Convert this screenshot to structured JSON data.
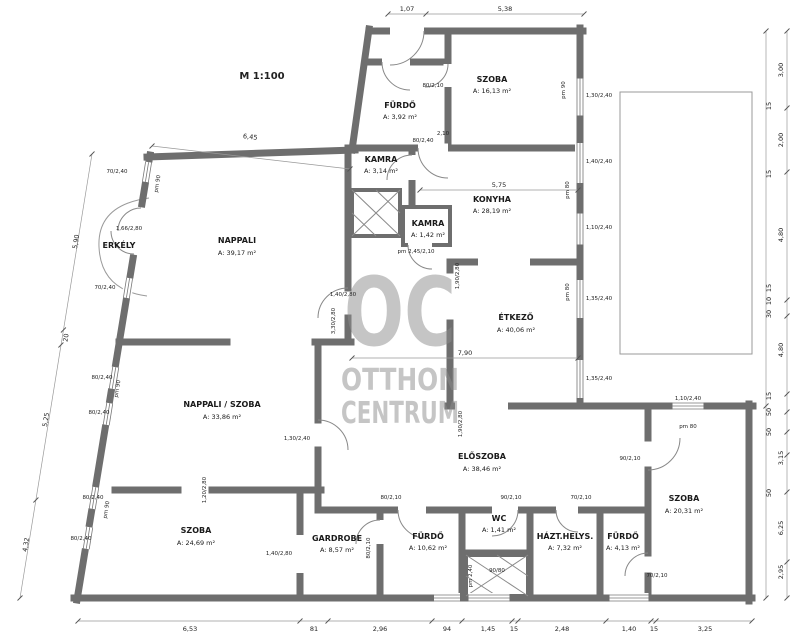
{
  "meta": {
    "scale_label": "M 1:100"
  },
  "watermark": {
    "big": "OC",
    "line1": "OTTHON",
    "line2": "CENTRUM"
  },
  "rooms": [
    {
      "name": "SZOBA",
      "area": "A: 16,13 m²"
    },
    {
      "name": "FÜRDŐ",
      "area": "A: 3,92 m²"
    },
    {
      "name": "KAMRA",
      "area": "A: 3,14 m²"
    },
    {
      "name": "KONYHA",
      "area": "A: 28,19 m²"
    },
    {
      "name": "KAMRA",
      "area": "A: 1,42 m²"
    },
    {
      "name": "NAPPALI",
      "area": "A: 39,17 m²"
    },
    {
      "name": "ERKÉLY",
      "area": ""
    },
    {
      "name": "ÉTKEZŐ",
      "area": "A: 40,06 m²"
    },
    {
      "name": "NAPPALI / SZOBA",
      "area": "A: 33,86 m²"
    },
    {
      "name": "ELŐSZOBA",
      "area": "A: 38,46 m²"
    },
    {
      "name": "SZOBA",
      "area": "A: 24,69 m²"
    },
    {
      "name": "GARDROBE",
      "area": "A: 8,57 m²"
    },
    {
      "name": "FÜRDŐ",
      "area": "A: 10,62 m²"
    },
    {
      "name": "WC",
      "area": "A: 1,41 m²"
    },
    {
      "name": "HÁZT.HELYS.",
      "area": "A: 7,32 m²"
    },
    {
      "name": "FÜRDŐ",
      "area": "A: 4,13 m²"
    },
    {
      "name": "SZOBA",
      "area": "A: 20,31 m²"
    }
  ],
  "dims": {
    "top": [
      "1,07",
      "5,38"
    ],
    "interior": [
      "6,45",
      "5,75",
      "7,90"
    ],
    "left": [
      "5,90",
      "20",
      "5,25",
      "4,32"
    ],
    "right": [
      "3,00",
      "15",
      "2,00",
      "15",
      "4,80",
      "15",
      "10",
      "30",
      "4,80",
      "15",
      "50",
      "50",
      "3,15",
      "50",
      "6,25",
      "2,95"
    ],
    "bottom": [
      "6,53",
      "81",
      "2,96",
      "94",
      "1,45",
      "15",
      "2,48",
      "1,40",
      "15",
      "3,25"
    ],
    "openings": [
      "80/2,10",
      "pm 90",
      "1,30/2,40",
      "80/2,40",
      "2,10",
      "1,40/2,40",
      "pm 80",
      "1,10/2,40",
      "pm 2,45/2,10",
      "70/2,40",
      "pm 90",
      "1,66/2,80",
      "70/2,40",
      "pm 80",
      "1,35/2,40",
      "1,90/2,80",
      "3,30/2,80",
      "1,40/2,80",
      "80/2,40",
      "pm 90",
      "80/2,40",
      "1,35/2,40",
      "1,30/2,40",
      "1,90/2,80",
      "90/2,10",
      "1,10/2,40",
      "pm 80",
      "1,20/2,80",
      "80/2,40",
      "pm 90",
      "80/2,10",
      "90/2,10",
      "70/2,10",
      "1,40/2,80",
      "80/2,10",
      "90/80",
      "pm 2,40",
      "70/2,10",
      "80/2,40"
    ]
  }
}
